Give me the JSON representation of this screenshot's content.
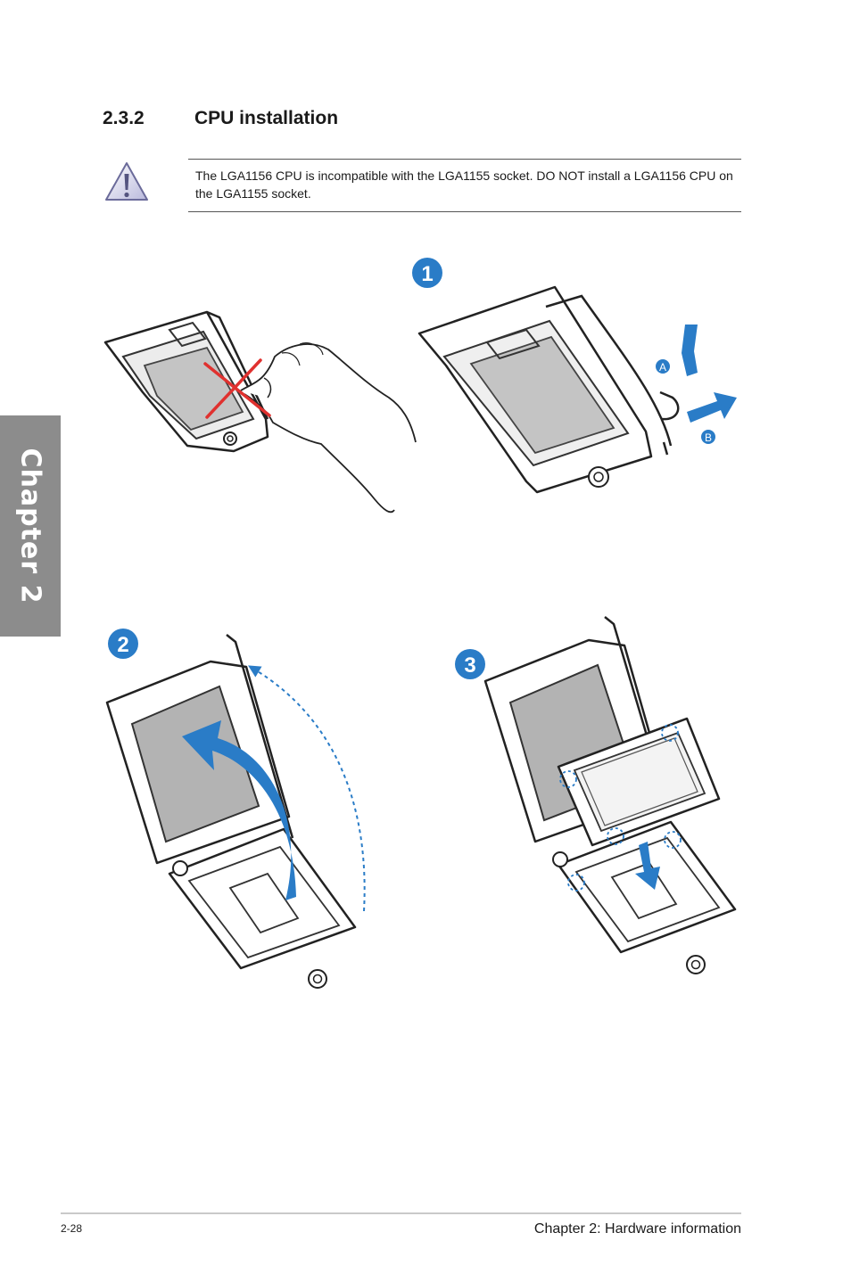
{
  "sidebar": {
    "chapter_tab": "Chapter 2"
  },
  "section": {
    "number": "2.3.2",
    "title": "CPU installation"
  },
  "notice": {
    "icon": "warning-triangle-icon",
    "text": "The LGA1156 CPU is incompatible with the LGA1155 socket. DO NOT install a LGA1156 CPU on the LGA1155 socket."
  },
  "steps": {
    "step1": "1",
    "step2": "2",
    "step3": "3",
    "label_a": "A",
    "label_b": "B"
  },
  "colors": {
    "accent_blue": "#2a7cc7",
    "wrong_red": "#e0312f",
    "tab_gray": "#8c8c8c",
    "socket_gray": "#b3b3b3"
  },
  "footer": {
    "page_number": "2-28",
    "chapter_label": "Chapter 2: Hardware information"
  }
}
